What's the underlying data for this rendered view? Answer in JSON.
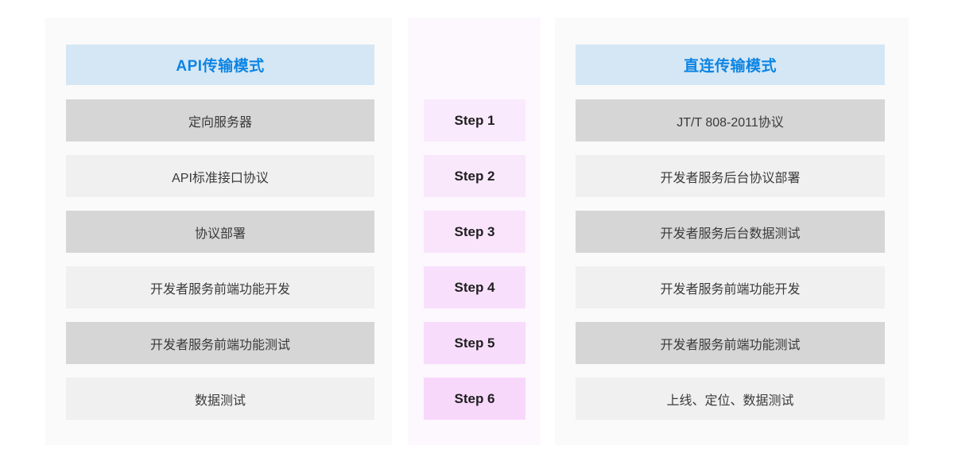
{
  "columns": {
    "left": {
      "header": "API传输模式",
      "header_bg": "#d5e7f4",
      "header_color": "#0c84e4",
      "rows": [
        {
          "label": "定向服务器",
          "tone": "dark"
        },
        {
          "label": "API标准接口协议",
          "tone": "light"
        },
        {
          "label": "协议部署",
          "tone": "dark"
        },
        {
          "label": "开发者服务前端功能开发",
          "tone": "light"
        },
        {
          "label": "开发者服务前端功能测试",
          "tone": "dark"
        },
        {
          "label": "数据测试",
          "tone": "light"
        }
      ]
    },
    "middle": {
      "panel_bg": "#fdf7fe",
      "steps": [
        {
          "label": "Step 1",
          "bg": "#faeafd"
        },
        {
          "label": "Step 2",
          "bg": "#f9e7fc"
        },
        {
          "label": "Step 3",
          "bg": "#f9e4fc"
        },
        {
          "label": "Step 4",
          "bg": "#f8e0fc"
        },
        {
          "label": "Step 5",
          "bg": "#f8dcfb"
        },
        {
          "label": "Step 6",
          "bg": "#f7d8fb"
        }
      ]
    },
    "right": {
      "header": "直连传输模式",
      "header_bg": "#d5e7f4",
      "header_color": "#0c84e4",
      "rows": [
        {
          "label": "JT/T 808-2011协议",
          "tone": "dark"
        },
        {
          "label": "开发者服务后台协议部署",
          "tone": "light"
        },
        {
          "label": "开发者服务后台数据测试",
          "tone": "dark"
        },
        {
          "label": "开发者服务前端功能开发",
          "tone": "light"
        },
        {
          "label": "开发者服务前端功能测试",
          "tone": "dark"
        },
        {
          "label": "上线、定位、数据测试",
          "tone": "light"
        }
      ]
    }
  },
  "palette": {
    "page_bg": "#ffffff",
    "panel_bg": "#fafafa",
    "row_dark": "#d6d6d6",
    "row_light": "#f0f0f0",
    "row_text": "#3a3a3a",
    "step_text": "#1f1f1f"
  }
}
